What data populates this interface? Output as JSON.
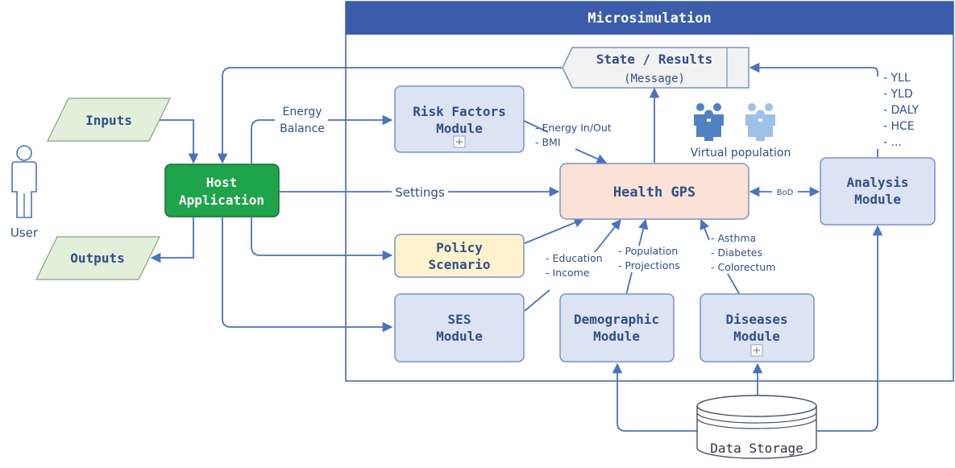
{
  "title": "Microsimulation",
  "state_results": {
    "title": "State / Results",
    "subtitle": "(Message)"
  },
  "user_label": "User",
  "inputs_label": "Inputs",
  "outputs_label": "Outputs",
  "host_app": {
    "line1": "Host",
    "line2": "Application"
  },
  "risk_factors": {
    "line1": "Risk Factors",
    "line2": "Module"
  },
  "policy": {
    "line1": "Policy",
    "line2": "Scenario"
  },
  "ses": {
    "line1": "SES",
    "line2": "Module"
  },
  "demographic": {
    "line1": "Demographic",
    "line2": "Module"
  },
  "diseases": {
    "line1": "Diseases",
    "line2": "Module"
  },
  "analysis": {
    "line1": "Analysis",
    "line2": "Module"
  },
  "health_gps": "Health GPS",
  "virtual_population": "Virtual population",
  "data_storage": "Data Storage",
  "labels": {
    "energy": "Energy",
    "balance": "Balance",
    "settings": "Settings",
    "bod": "BoD",
    "energy_in_out": "- Energy In/Out",
    "bmi": "- BMI",
    "education": "- Education",
    "income": "- Income",
    "population": "- Population",
    "projections": "- Projections",
    "asthma": "- Asthma",
    "diabetes": "- Diabetes",
    "colorectum": "- Colorectum"
  },
  "outputs_list": [
    "- YLL",
    "- YLD",
    "- DALY",
    "- HCE",
    "- ..."
  ]
}
